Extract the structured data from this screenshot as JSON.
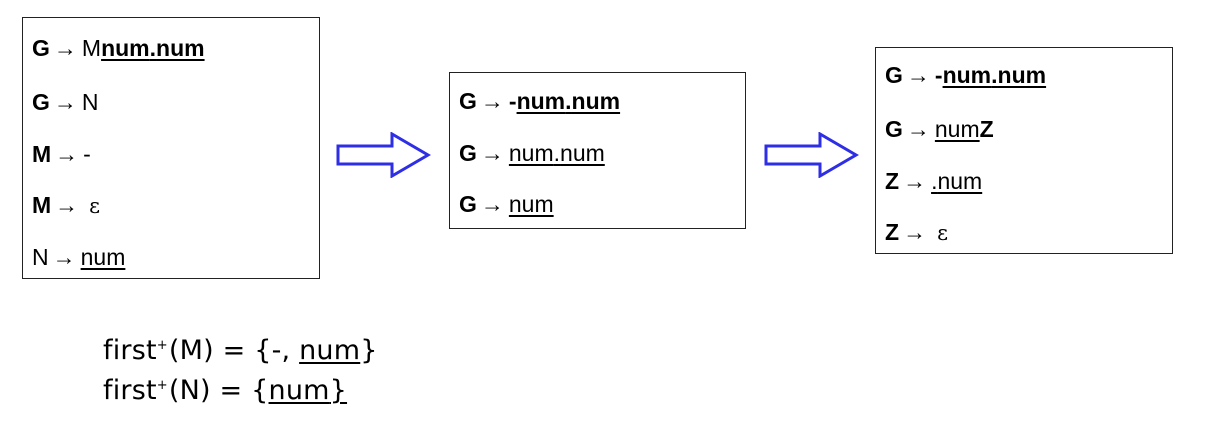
{
  "arrow_symbol": "→",
  "box1": {
    "rules": [
      {
        "lhs": "G",
        "rhs": [
          {
            "t": "M",
            "s": "plain"
          },
          {
            "t": "num",
            "s": "bu"
          },
          {
            "t": ".",
            "s": "bu"
          },
          {
            "t": "num",
            "s": "bu"
          }
        ]
      },
      {
        "lhs": "G",
        "rhs": [
          {
            "t": "N",
            "s": "plain"
          }
        ]
      },
      {
        "lhs": "M",
        "rhs": [
          {
            "t": "-",
            "s": "plain"
          }
        ]
      },
      {
        "lhs": "M",
        "rhs": [
          {
            "t": "ε",
            "s": "eps"
          }
        ]
      },
      {
        "lhs": "N",
        "lhs_plain": true,
        "rhs": [
          {
            "t": "num",
            "s": "u"
          }
        ]
      }
    ]
  },
  "box2": {
    "rules": [
      {
        "lhs": "G",
        "rhs": [
          {
            "t": "-",
            "s": "b"
          },
          {
            "t": "num",
            "s": "bu"
          },
          {
            "t": ".",
            "s": "bu"
          },
          {
            "t": "num",
            "s": "bu"
          }
        ]
      },
      {
        "lhs": "G",
        "rhs": [
          {
            "t": "num",
            "s": "u"
          },
          {
            "t": ".",
            "s": "u"
          },
          {
            "t": "num",
            "s": "u"
          }
        ]
      },
      {
        "lhs": "G",
        "rhs": [
          {
            "t": "num",
            "s": "u"
          }
        ]
      }
    ]
  },
  "box3": {
    "rules": [
      {
        "lhs": "G",
        "rhs": [
          {
            "t": "-",
            "s": "b"
          },
          {
            "t": "num",
            "s": "bu"
          },
          {
            "t": ".",
            "s": "bu"
          },
          {
            "t": "num",
            "s": "bu"
          }
        ]
      },
      {
        "lhs": "G",
        "rhs": [
          {
            "t": "num",
            "s": "u"
          },
          {
            "t": "Z",
            "s": "b"
          }
        ]
      },
      {
        "lhs": "Z",
        "rhs": [
          {
            "t": ".",
            "s": "u"
          },
          {
            "t": "num",
            "s": "u"
          }
        ]
      },
      {
        "lhs": "Z",
        "rhs": [
          {
            "t": "ε",
            "s": "eps"
          }
        ]
      }
    ]
  },
  "first_sets": [
    {
      "fn": "first",
      "sup": "+",
      "arg": "(M)",
      "eq": " = {-, ",
      "items": "num",
      "close": "}"
    },
    {
      "fn": "first",
      "sup": "+",
      "arg": "(N)",
      "eq": " = {",
      "items": "num",
      "close": "}"
    }
  ],
  "colors": {
    "arrow_fill": "#ffffff",
    "arrow_stroke": "#2e2ee6",
    "box_border": "#222222"
  }
}
